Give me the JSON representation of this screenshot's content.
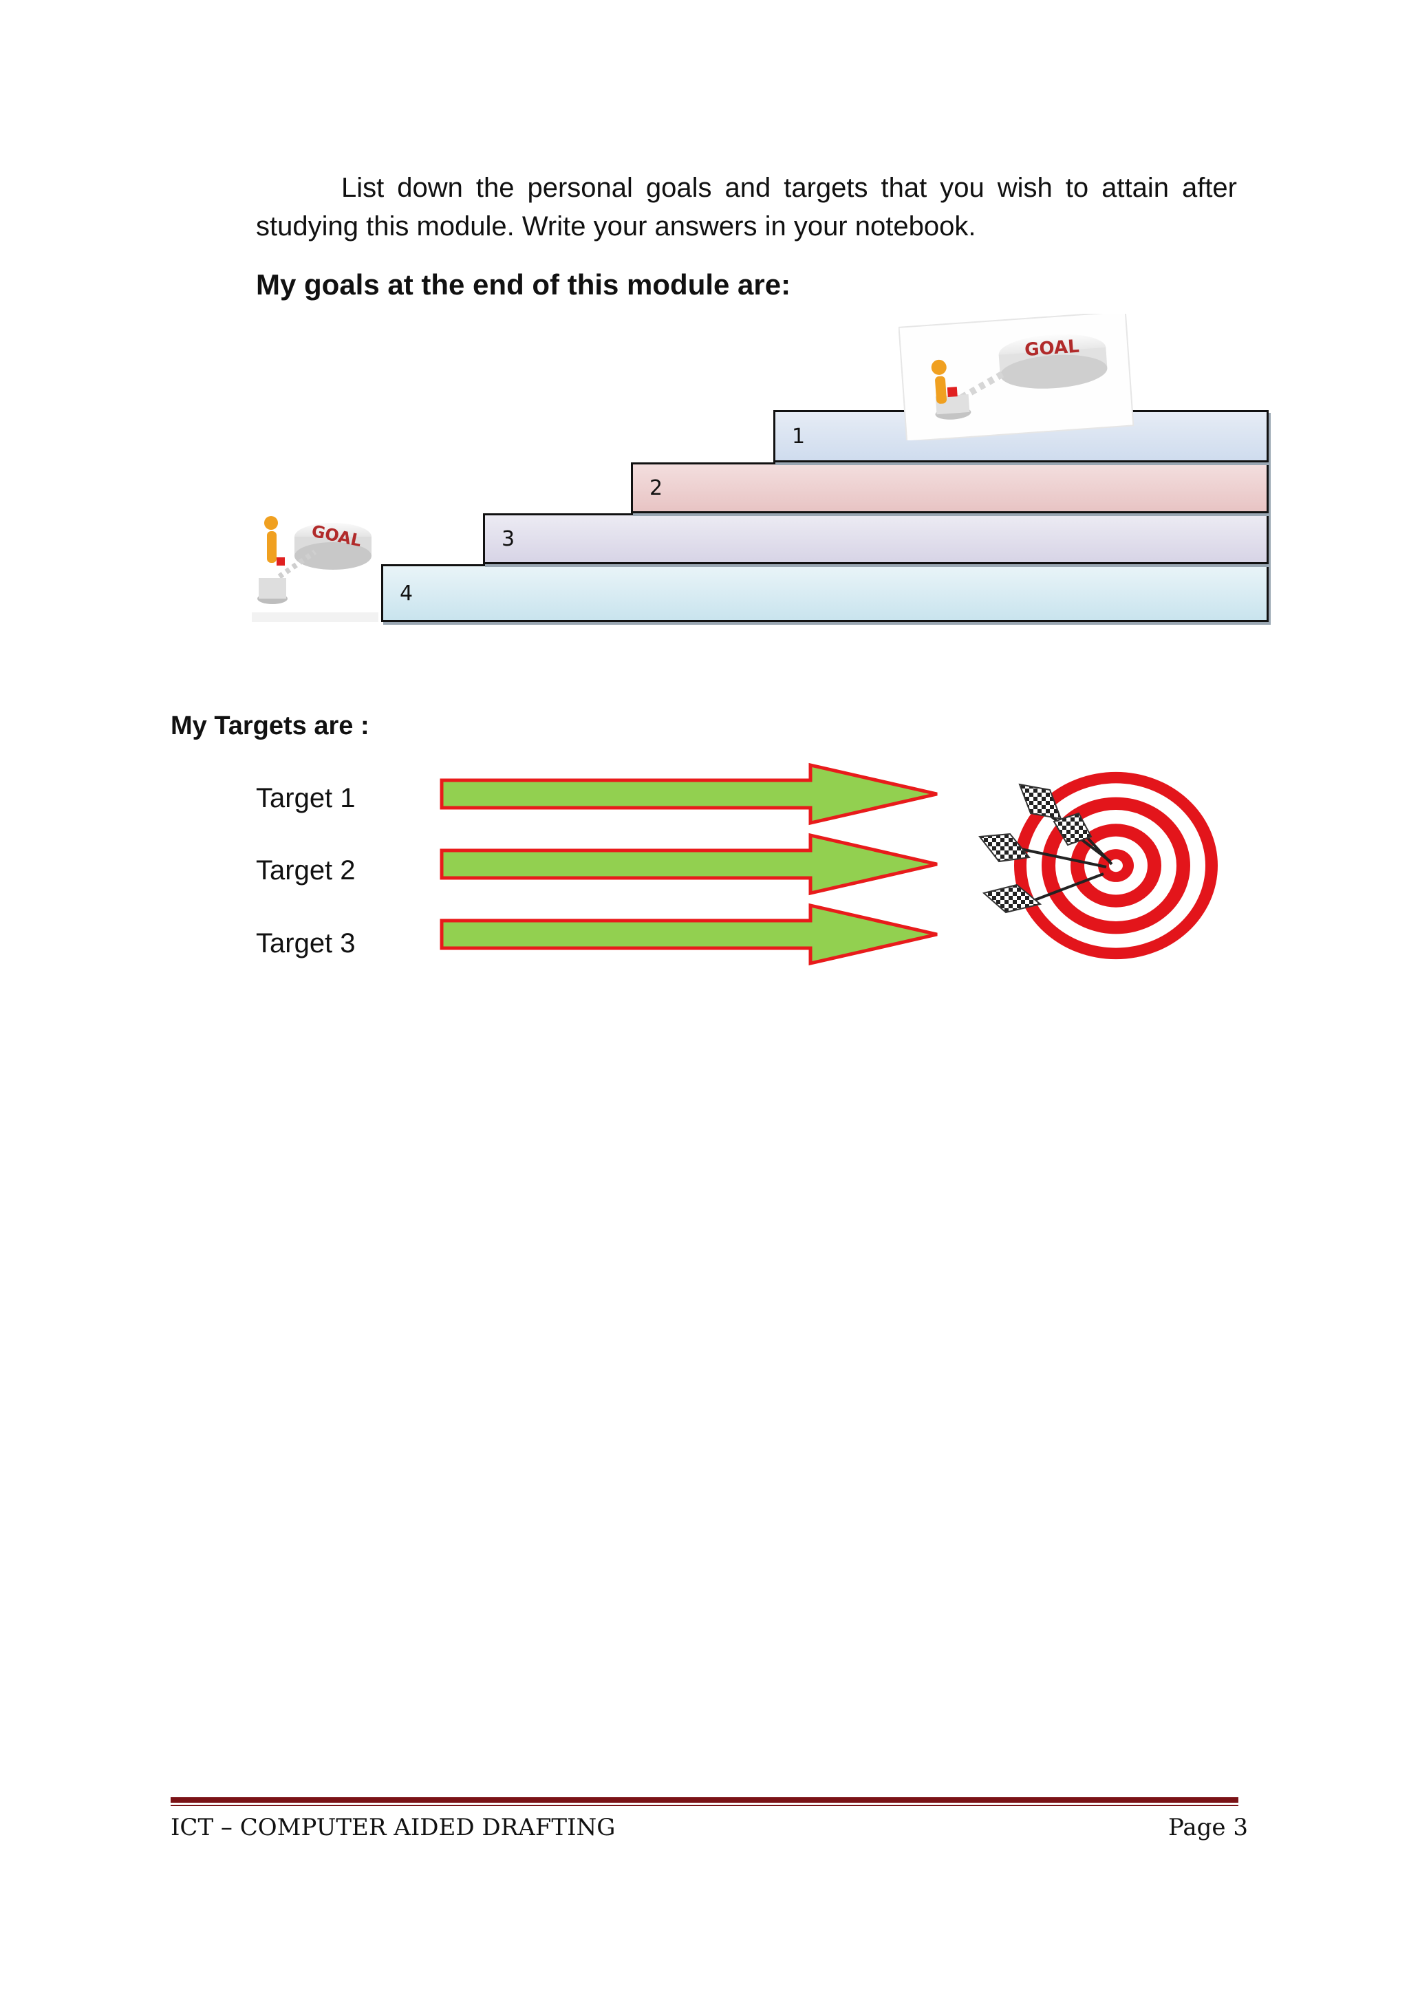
{
  "intro": {
    "text": "List down the personal  goals and targets  that you wish to attain after studying this module. Write your answers in your notebook."
  },
  "goals": {
    "heading": "My goals at the end of this module are:",
    "image_text": "GOAL",
    "steps": [
      {
        "label": "1"
      },
      {
        "label": "2"
      },
      {
        "label": "3"
      },
      {
        "label": "4"
      }
    ]
  },
  "targets": {
    "heading": "My  Targets are :",
    "items": [
      {
        "label": "Target 1"
      },
      {
        "label": "Target 2"
      },
      {
        "label": "Target 3"
      }
    ]
  },
  "colors": {
    "arrow_fill": "#92d050",
    "arrow_stroke": "#e81b1b",
    "target_red": "#e3151b",
    "footer_rule": "#7a1216"
  },
  "footer": {
    "left": "ICT – COMPUTER AIDED DRAFTING",
    "right": "Page 3"
  }
}
